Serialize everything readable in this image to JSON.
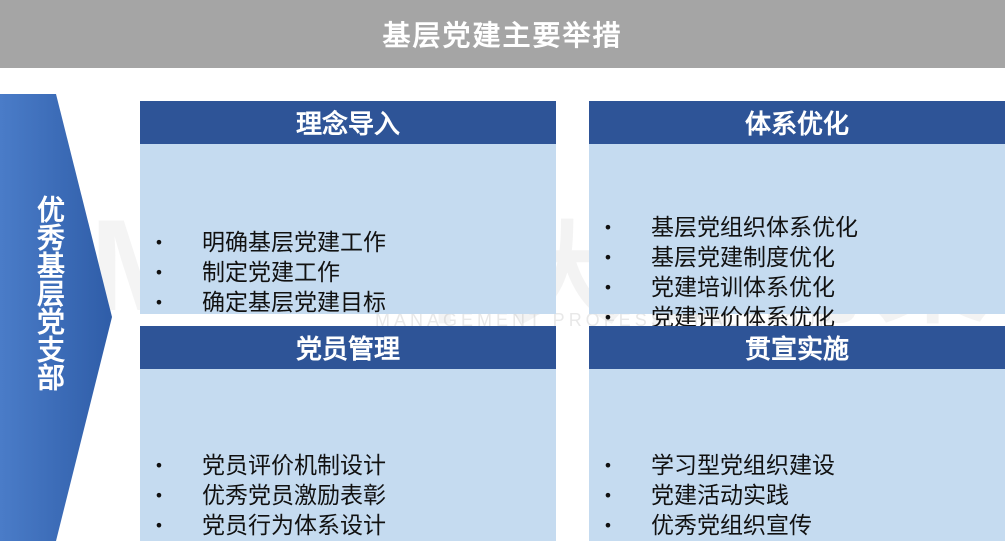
{
  "header": {
    "title": "基层党建主要举措"
  },
  "side": {
    "label": "优秀基层党支部"
  },
  "watermark": {
    "main": "中大咨询集团",
    "sub": "MANAGEMENT PROFESSIONAL GROUP",
    "logo": "MP"
  },
  "quadrants": [
    {
      "title": "理念导入",
      "bullet": "•",
      "items": [
        "明确基层党建工作",
        "制定党建工作",
        "确定基层党建目标"
      ]
    },
    {
      "title": "体系优化",
      "bullet": "•",
      "items": [
        "基层党组织体系优化",
        "基层党建制度优化",
        "党建培训体系优化",
        "党建评价体系优化"
      ]
    },
    {
      "title": "党员管理",
      "bullet": "•",
      "items": [
        "党员评价机制设计",
        "优秀党员激励表彰",
        "党员行为体系设计"
      ]
    },
    {
      "title": "贯宣实施",
      "bullet": "•",
      "items": [
        "学习型党组织建设",
        "党建活动实践",
        "优秀党组织宣传"
      ]
    }
  ],
  "colors": {
    "header_bg": "#a5a5a5",
    "quad_head": "#2e5497",
    "quad_body": "#c5dbf0",
    "arrow": "#3b69b5"
  }
}
